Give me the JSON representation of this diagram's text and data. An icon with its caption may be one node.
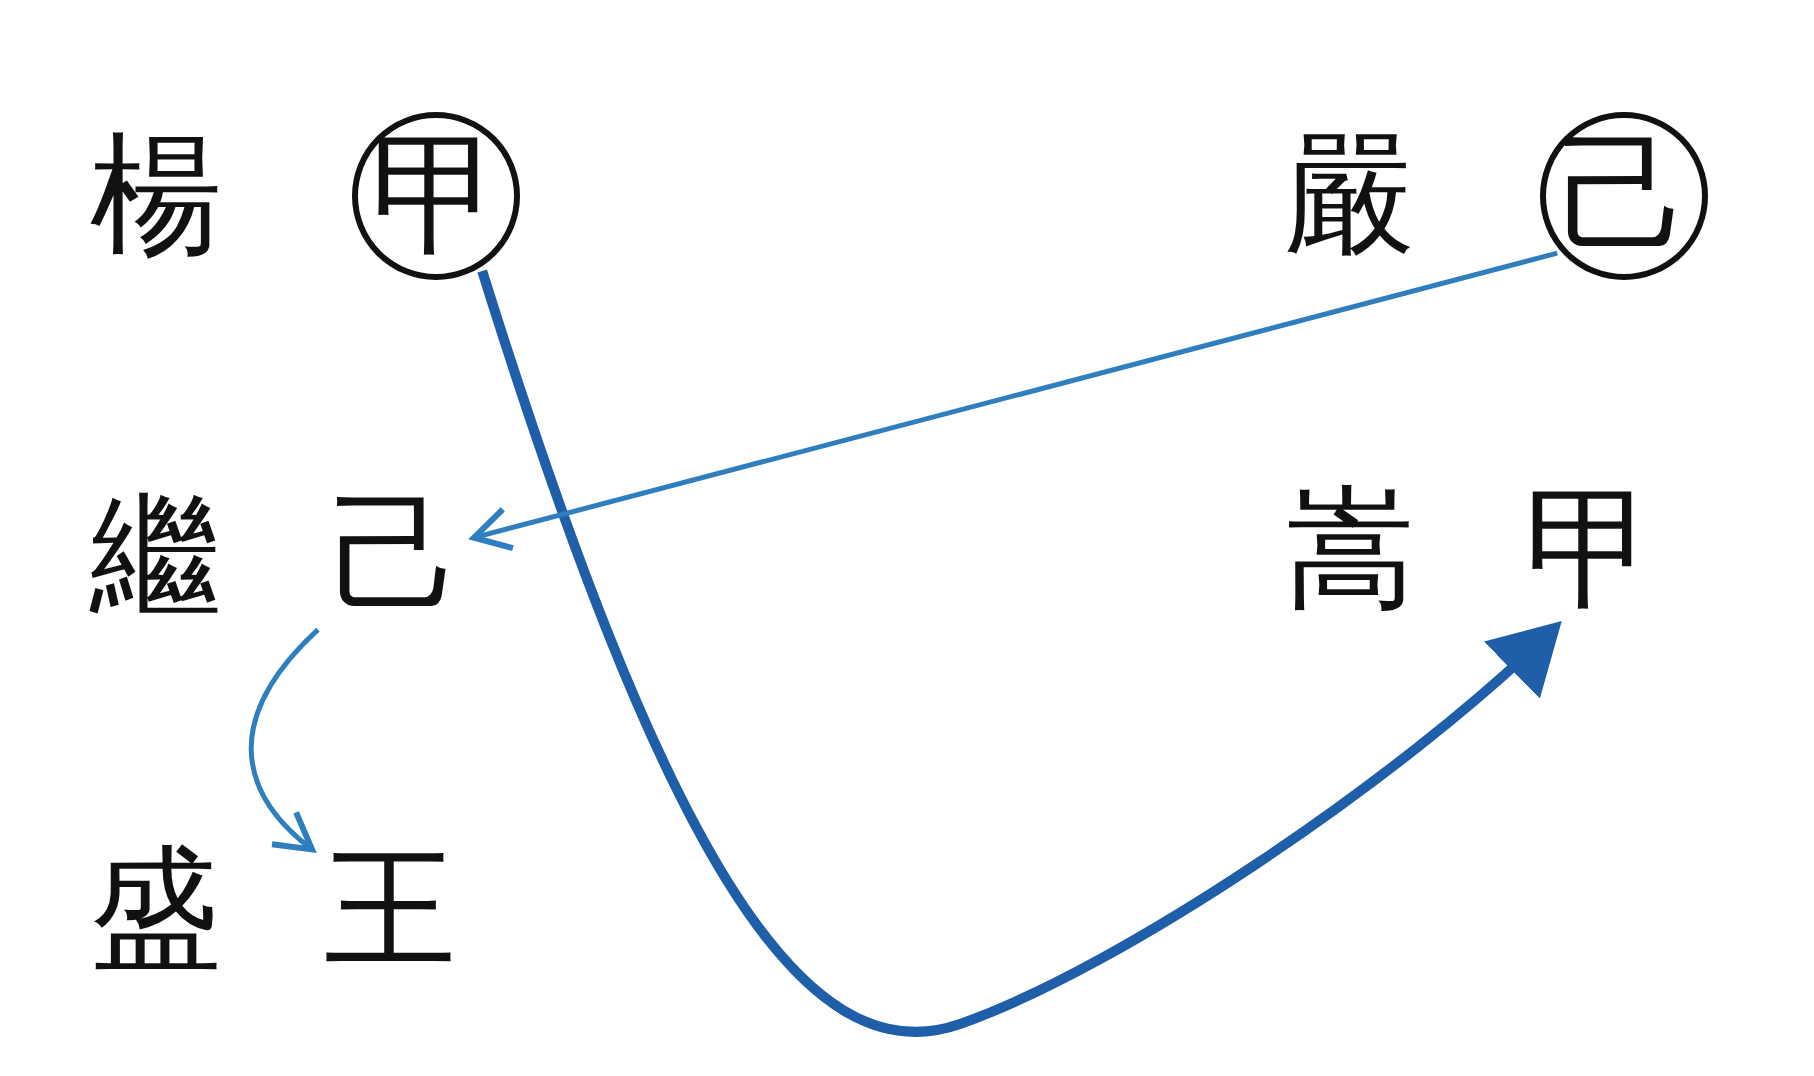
{
  "diagram": {
    "nodes": [
      {
        "text": [
          "甲"
        ],
        "beside": [
          "楊"
        ]
      },
      {
        "text": [
          "己"
        ],
        "beside": [
          "嚴"
        ]
      },
      {
        "text": [
          "己"
        ],
        "beside": [
          "繼"
        ]
      },
      {
        "text": [
          "甲"
        ],
        "beside": [
          "嵩"
        ]
      },
      {
        "text": [
          "王"
        ],
        "beside": [
          "盛"
        ]
      }
    ],
    "edges": [
      {
        "from": 0,
        "to": 3,
        "arrow": "to",
        "style": "thick"
      },
      {
        "from": 1,
        "to": 2,
        "arrow": "to"
      },
      {
        "from": 2,
        "to": 4,
        "arrow": "to"
      }
    ]
  }
}
